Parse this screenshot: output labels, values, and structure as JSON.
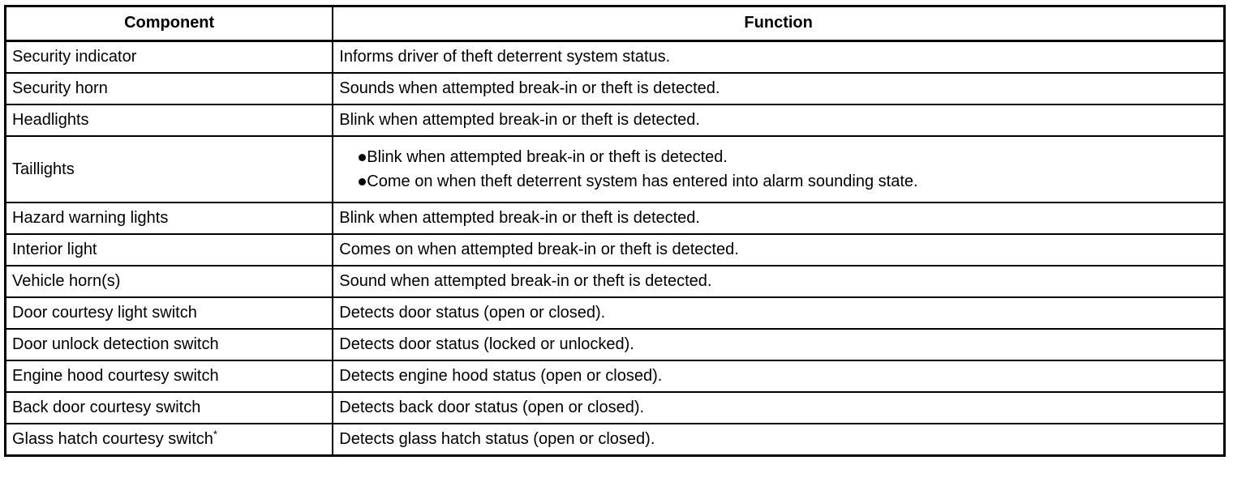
{
  "table": {
    "headers": {
      "component": "Component",
      "function": "Function"
    },
    "rows": [
      {
        "component": "Security indicator",
        "function": "Informs driver of theft deterrent system status."
      },
      {
        "component": "Security horn",
        "function": "Sounds when attempted break-in or theft is detected."
      },
      {
        "component": "Headlights",
        "function": "Blink when attempted break-in or theft is detected."
      },
      {
        "component": "Taillights",
        "function_bullets": [
          "Blink when attempted break-in or theft is detected.",
          "Come on when theft deterrent system has entered into alarm sounding state."
        ]
      },
      {
        "component": "Hazard warning lights",
        "function": "Blink when attempted break-in or theft is detected."
      },
      {
        "component": "Interior light",
        "function": "Comes on when attempted break-in or theft is detected."
      },
      {
        "component": "Vehicle horn(s)",
        "function": "Sound when attempted break-in or theft is detected."
      },
      {
        "component": "Door courtesy light switch",
        "function": "Detects door status (open or closed)."
      },
      {
        "component": "Door unlock detection switch",
        "function": "Detects door status (locked or unlocked)."
      },
      {
        "component": "Engine hood courtesy switch",
        "function": "Detects engine hood status (open or closed)."
      },
      {
        "component": "Back door courtesy switch",
        "function": "Detects back door status (open or closed)."
      },
      {
        "component": "Glass hatch courtesy switch",
        "component_footnote": "*",
        "function": "Detects glass hatch status (open or closed)."
      }
    ]
  },
  "colors": {
    "border": "#000000",
    "text": "#000000",
    "background": "#ffffff"
  }
}
